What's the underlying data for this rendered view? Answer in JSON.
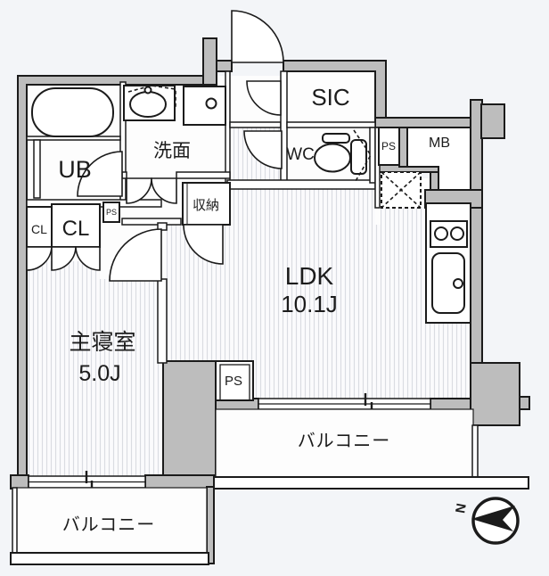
{
  "colors": {
    "background": "#f3f5f8",
    "wall_fill": "#bdbdbd",
    "outline": "#1b1b1b",
    "floor": "#fdfdfd",
    "hatch_line": "#dadce2"
  },
  "rooms": {
    "ldk": {
      "label": "LDK",
      "size": "10.1J"
    },
    "bedroom": {
      "label": "主寝室",
      "size": "5.0J"
    },
    "washroom": {
      "label": "洗面"
    },
    "unit_bath": {
      "label": "UB"
    },
    "toilet": {
      "label": "WC"
    },
    "shoe_closet": {
      "label": "SIC"
    },
    "storage": {
      "label": "収納"
    },
    "closet_small": {
      "label": "CL"
    },
    "closet_large": {
      "label": "CL"
    },
    "meter_box": {
      "label": "MB"
    },
    "pipe_space_hall": {
      "label": "PS"
    },
    "pipe_space_east": {
      "label": "PS"
    },
    "pipe_space_south": {
      "label": "PS"
    },
    "balcony_west": {
      "label": "バルコニー"
    },
    "balcony_south": {
      "label": "バルコニー"
    }
  },
  "compass": {
    "north_label": "N"
  }
}
